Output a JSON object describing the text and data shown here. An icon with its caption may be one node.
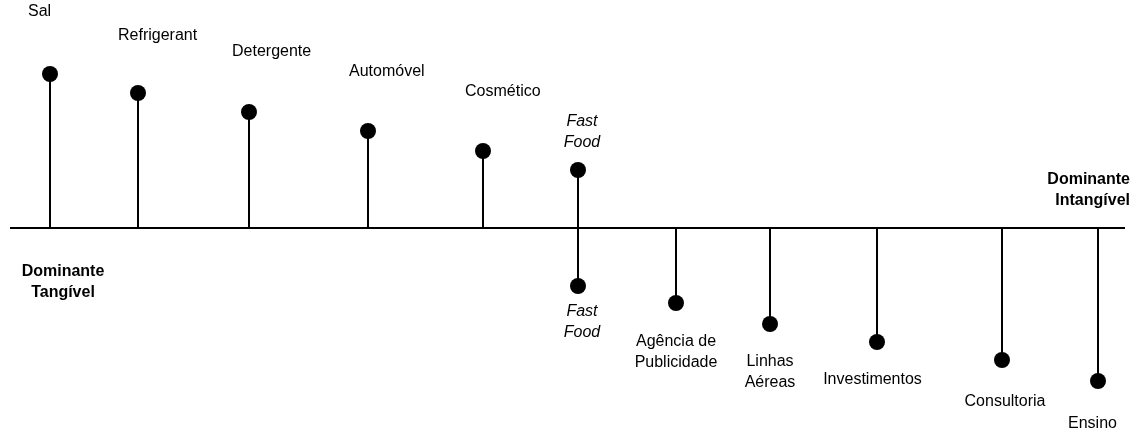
{
  "diagram": {
    "labels": [
      "Sal",
      "Refrigerant",
      "Detergente",
      "Automóvel",
      "Cosmético",
      "Fast Food",
      "Dominante Intangível",
      "Dominante Tangível",
      "Fast Food",
      "Agência de Publicidade",
      "Linhas Aéreas",
      "Investimentos",
      "Consultoria",
      "Ensino"
    ]
  }
}
